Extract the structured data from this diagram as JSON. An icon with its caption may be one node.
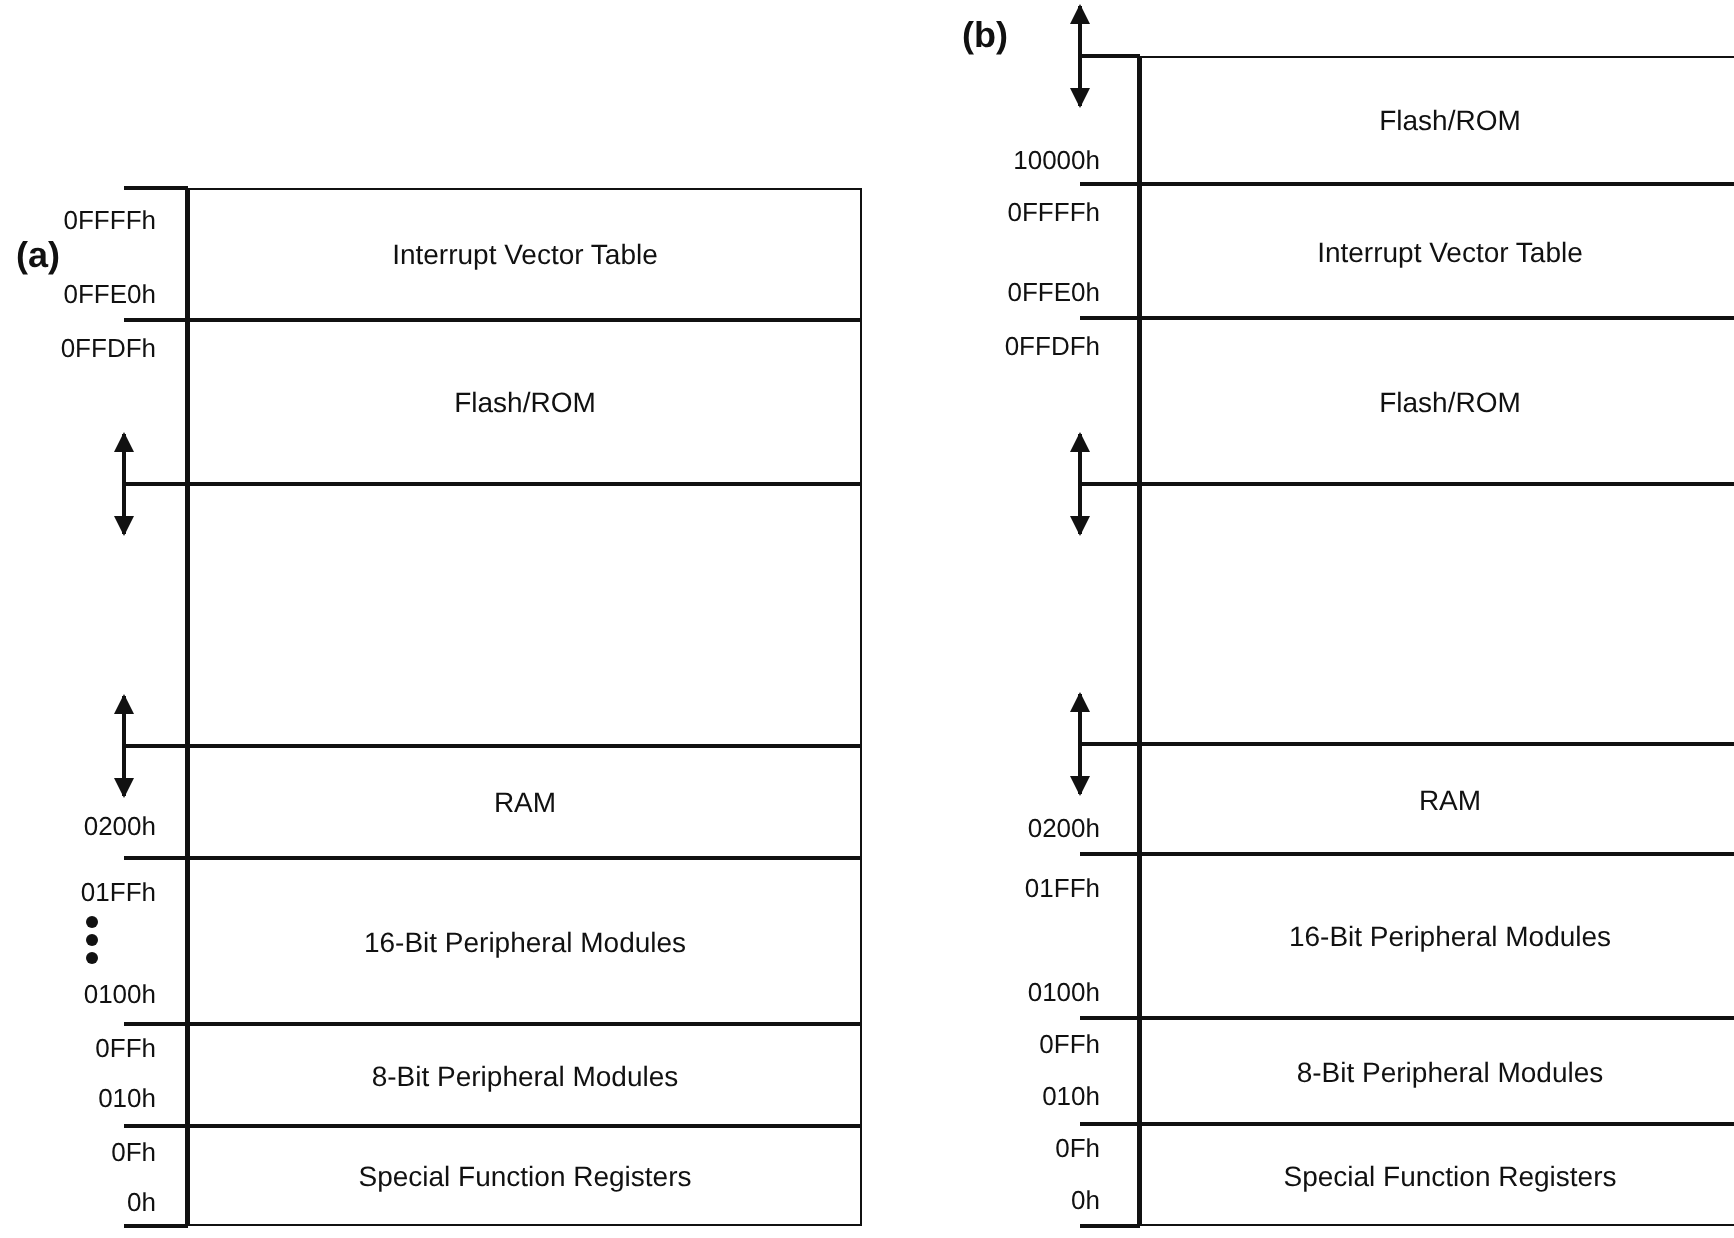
{
  "diagram": {
    "nodes": [
      {
        "text": [
          "Interrupt Vector Table"
        ]
      },
      {
        "text": [
          "Flash/ROM"
        ]
      },
      {
        "text": [],
        "shape": "box"
      },
      {
        "text": [
          "RAM"
        ]
      },
      {
        "text": [
          "16-Bit Peripheral Modules"
        ]
      },
      {
        "text": [
          "8-Bit Peripheral Modules"
        ]
      },
      {
        "text": [
          "Special Function Registers"
        ]
      },
      {
        "text": [
          "Flash/ROM"
        ]
      },
      {
        "text": [
          "Interrupt Vector Table"
        ]
      },
      {
        "text": [
          "Flash/ROM"
        ]
      },
      {
        "text": [],
        "shape": "box"
      },
      {
        "text": [
          "RAM"
        ]
      },
      {
        "text": [
          "16-Bit Peripheral Modules"
        ]
      },
      {
        "text": [
          "8-Bit Peripheral Modules"
        ]
      },
      {
        "text": [
          "Special Function Registers"
        ]
      }
    ],
    "labels": [
      "(a)",
      "0FFFFh",
      "0FFE0h",
      "0FFDFh",
      "0200h",
      "01FFh",
      "0100h",
      "0FFh",
      "010h",
      "0Fh",
      "0h",
      "(b)",
      "10000h",
      "0FFFFh",
      "0FFE0h",
      "0FFDFh",
      "0200h",
      "01FFh",
      "0100h",
      "0FFh",
      "010h",
      "0Fh",
      "0h"
    ]
  }
}
